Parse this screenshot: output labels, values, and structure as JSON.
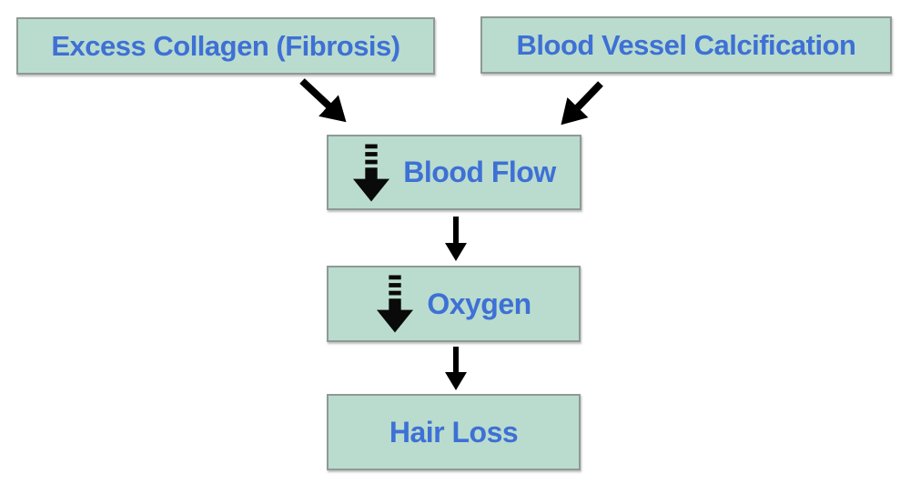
{
  "diagram": {
    "type": "flowchart",
    "nodes": [
      {
        "id": "excess-collagen",
        "label": "Excess Collagen (Fibrosis)",
        "icon": null
      },
      {
        "id": "vessel-calcification",
        "label": "Blood Vessel Calcification",
        "icon": null
      },
      {
        "id": "blood-flow",
        "label": "Blood Flow",
        "icon": "decrease-arrow-icon"
      },
      {
        "id": "oxygen",
        "label": "Oxygen",
        "icon": "decrease-arrow-icon"
      },
      {
        "id": "hair-loss",
        "label": "Hair Loss",
        "icon": null
      }
    ],
    "edges": [
      {
        "from": "excess-collagen",
        "to": "blood-flow",
        "style": "diagonal-down-right"
      },
      {
        "from": "vessel-calcification",
        "to": "blood-flow",
        "style": "diagonal-down-left"
      },
      {
        "from": "blood-flow",
        "to": "oxygen",
        "style": "vertical"
      },
      {
        "from": "oxygen",
        "to": "hair-loss",
        "style": "vertical"
      }
    ],
    "icons": {
      "decrease-arrow-icon": "bold black down arrow with dashed tail meaning decreased level, unicode approximation ⬇"
    },
    "colors": {
      "background": "#ffffff",
      "box_fill": "#b9dcce",
      "box_border": "#8f9a94",
      "label_text": "#3e70d5",
      "arrow": "#000000"
    }
  }
}
